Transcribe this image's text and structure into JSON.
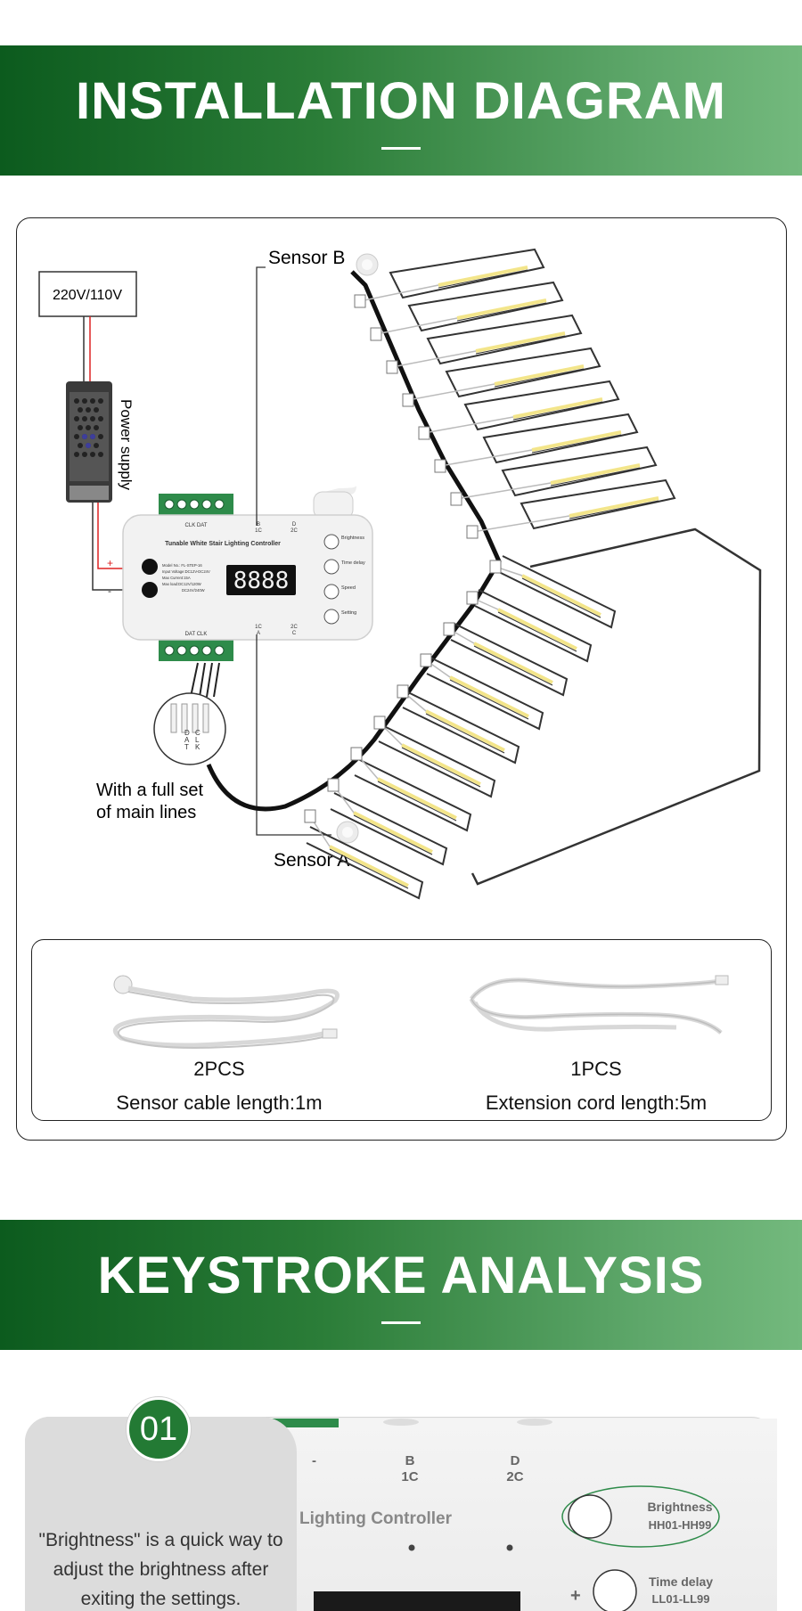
{
  "banners": {
    "installation_title": "INSTALLATION DIAGRAM",
    "keystroke_title": "KEYSTROKE ANALYSIS"
  },
  "diagram": {
    "voltage_box": "220V/110V",
    "power_supply": "Power supply",
    "sensor_b": "Sensor B",
    "sensor_a": "Sensor A",
    "main_lines_1": "With a full set",
    "main_lines_2": "of main lines",
    "controller": {
      "title": "Tunable White Stair Lighting Controller",
      "display": "8888",
      "terminal_top": "CLK DAT",
      "terminal_bottom": "DAT CLK",
      "port_b": "B",
      "port_1c": "1C",
      "port_d": "D",
      "port_2c": "2C",
      "port_1c_bottom": "1C",
      "port_a": "A",
      "port_2c_bottom": "2C",
      "port_c": "C",
      "button_brightness": "Brightness",
      "button_time_delay": "Time delay",
      "button_speed": "Speed",
      "button_setting": "Setting",
      "spec_lines": [
        "Model No.: FL-STEP-16",
        "Input Voltage:DC12V-DC24V",
        "Max Current:15A",
        "Max load:DC12V/120W",
        "DC24V/240W"
      ],
      "wire_labels": [
        "D",
        "A",
        "T",
        "C",
        "L",
        "K"
      ]
    },
    "steps_upper": 8,
    "steps_lower": 9
  },
  "accessories": [
    {
      "qty": "2PCS",
      "desc": "Sensor cable length:1m",
      "icon": "sensor-cable-icon"
    },
    {
      "qty": "1PCS",
      "desc": "Extension cord length:5m",
      "icon": "extension-cord-icon"
    }
  ],
  "keystroke": {
    "badge": "01",
    "note_text": "\"Brightness\" is a quick way to adjust the brightness after exiting the settings.",
    "minus": "-",
    "b": "B",
    "b_sub": "1C",
    "d": "D",
    "d_sub": "2C",
    "controller_label": "Lighting Controller",
    "brightness": "Brightness",
    "brightness_range": "HH01-HH99",
    "plus": "+",
    "time_delay": "Time delay",
    "time_delay_range": "LL01-LL99"
  },
  "colors": {
    "banner_dark": "#0c5b1e",
    "banner_light": "#73b97d",
    "badge": "#237a34",
    "terminal_green": "#2e8b4a",
    "led_strip": "#f3e58a"
  }
}
